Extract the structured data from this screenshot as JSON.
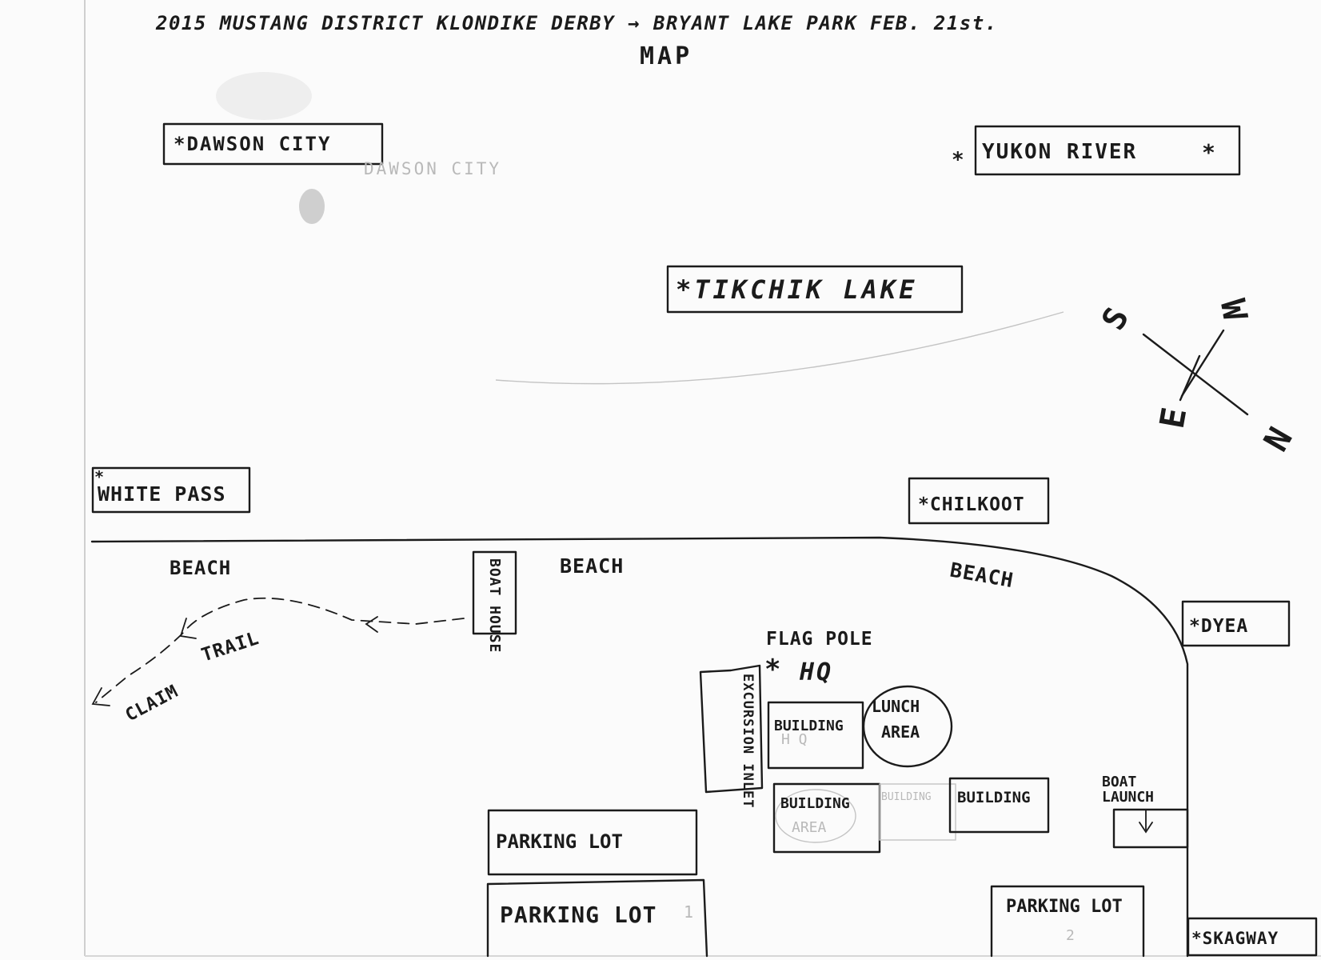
{
  "map": {
    "title": "2015 MUSTANG DISTRICT   KLONDIKE DERBY → BRYANT LAKE PARK   FEB. 21st.",
    "subtitle": "MAP",
    "ghost_label": "DAWSON CITY",
    "compass": {
      "n": "N",
      "s": "S",
      "e": "E",
      "w": "W"
    },
    "stations": {
      "dawson_city": "*DAWSON CITY",
      "yukon_river": "YUKON RIVER",
      "tikchik_lake": "*TIKCHIK LAKE",
      "white_pass": "WHITE PASS",
      "chilkoot": "*CHILKOOT",
      "dyea": "*DYEA",
      "skagway": "*SKAGWAY",
      "flag_pole": "FLAG POLE",
      "hq": "HQ"
    },
    "shore": {
      "beach_left": "BEACH",
      "beach_mid": "BEACH",
      "beach_right": "BEACH"
    },
    "features": {
      "boat_house": "BOAT HOUSE",
      "trail": "TRAIL",
      "claim": "CLAIM",
      "excursion_inlet": "EXCURSION INLET",
      "building_hq": "BUILDING",
      "lunch_area_line1": "LUNCH",
      "lunch_area_line2": "AREA",
      "building_area_line1": "BUILDING",
      "building_area_line2": "AREA",
      "building_faint": "BUILDING",
      "building_right": "BUILDING",
      "boat_launch_line1": "BOAT",
      "boat_launch_line2": "LAUNCH",
      "parking_lot_a": "PARKING LOT",
      "parking_lot_b": "PARKING LOT",
      "parking_lot_c": "PARKING LOT",
      "parking_num_1": "1",
      "parking_num_2": "2"
    }
  }
}
